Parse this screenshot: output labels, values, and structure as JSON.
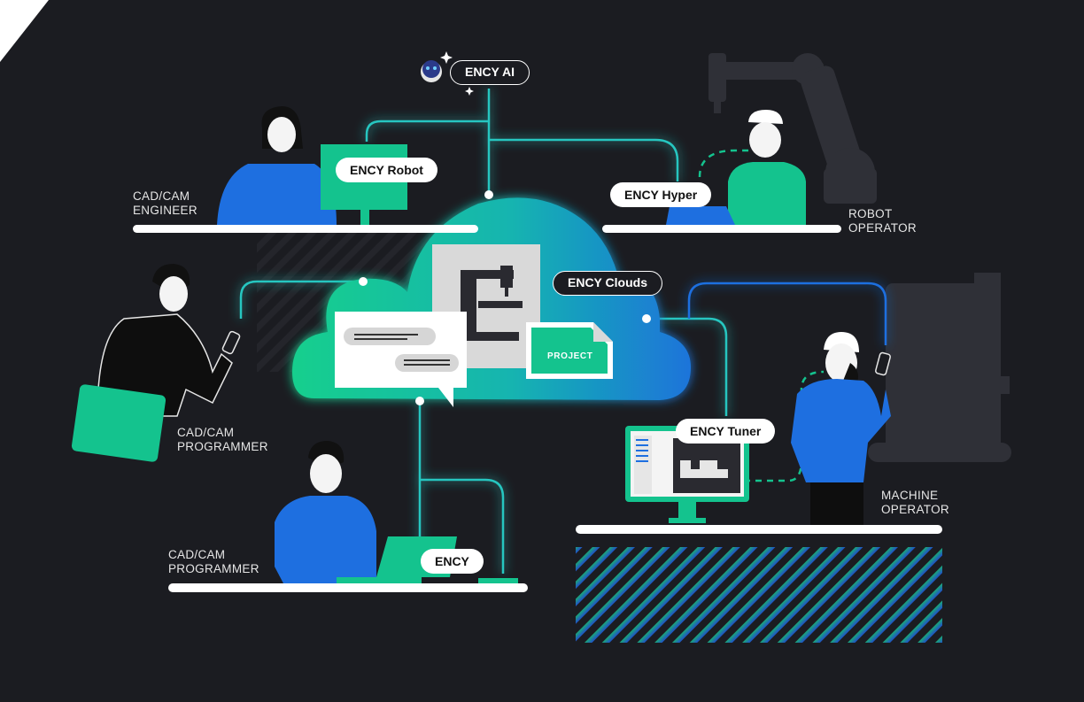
{
  "diagram": {
    "ai_label": "ENCY AI",
    "cloud_label": "ENCY Clouds",
    "project_label": "PROJECT",
    "products": {
      "robot": "ENCY Robot",
      "hyper": "ENCY Hyper",
      "tuner": "ENCY Tuner",
      "ency": "ENCY"
    },
    "roles": {
      "engineer": [
        "CAD/CAM",
        "ENGINEER"
      ],
      "robot_operator": [
        "ROBOT",
        "OPERATOR"
      ],
      "programmer_left": [
        "CAD/CAM",
        "PROGRAMMER"
      ],
      "programmer_bottom": [
        "CAD/CAM",
        "PROGRAMMER"
      ],
      "machine_operator": [
        "MACHINE",
        "OPERATOR"
      ]
    },
    "colors": {
      "background": "#1b1c21",
      "accent_green": "#14c38e",
      "accent_blue": "#1e6fe0",
      "line": "#27c6c0",
      "robot_gray": "#2f3037"
    }
  }
}
